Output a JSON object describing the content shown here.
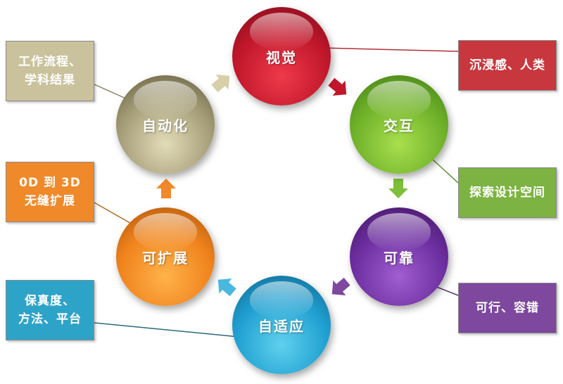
{
  "nodes": [
    {
      "id": "vision",
      "label": "视觉",
      "color": "#c1172b"
    },
    {
      "id": "interact",
      "label": "交互",
      "color": "#6fb12a"
    },
    {
      "id": "reliable",
      "label": "可靠",
      "color": "#6c2e9f"
    },
    {
      "id": "adaptive",
      "label": "自适应",
      "color": "#1f9fd0"
    },
    {
      "id": "scalable",
      "label": "可扩展",
      "color": "#f0831c"
    },
    {
      "id": "auto",
      "label": "自动化",
      "color": "#a59d78"
    }
  ],
  "boxes": [
    {
      "id": "vision",
      "lines": [
        "沉浸感、人类"
      ],
      "color": "#c8373d"
    },
    {
      "id": "interact",
      "lines": [
        "探索设计空间"
      ],
      "color": "#7cb342"
    },
    {
      "id": "reliable",
      "lines": [
        "可行、容错"
      ],
      "color": "#7d489e"
    },
    {
      "id": "adaptive",
      "lines": [
        "保真度、",
        "方法、平台"
      ],
      "color": "#2ea3c8"
    },
    {
      "id": "scalable",
      "lines": [
        "0D 到 3D",
        "无缝扩展"
      ],
      "color": "#f0892a"
    },
    {
      "id": "auto",
      "lines": [
        "工作流程、",
        "学科结果"
      ],
      "color": "#c9c29c"
    }
  ]
}
